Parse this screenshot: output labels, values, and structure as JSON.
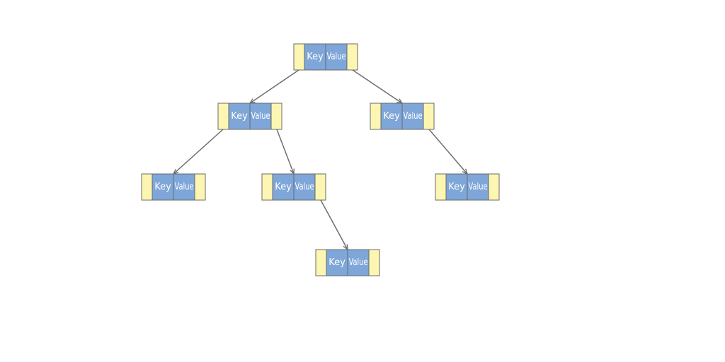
{
  "tree": {
    "nodes": [
      {
        "id": "root",
        "key": "Key",
        "value": "Value"
      },
      {
        "id": "left",
        "key": "Key",
        "value": "Value"
      },
      {
        "id": "right",
        "key": "Key",
        "value": "Value"
      },
      {
        "id": "left-left",
        "key": "Key",
        "value": "Value"
      },
      {
        "id": "left-right",
        "key": "Key",
        "value": "Value"
      },
      {
        "id": "right-right",
        "key": "Key",
        "value": "Value"
      },
      {
        "id": "left-right-right",
        "key": "Key",
        "value": "Value"
      }
    ],
    "edges": [
      {
        "from": "root",
        "to": "left",
        "side": "left"
      },
      {
        "from": "root",
        "to": "right",
        "side": "right"
      },
      {
        "from": "left",
        "to": "left-left",
        "side": "left"
      },
      {
        "from": "left",
        "to": "left-right",
        "side": "right"
      },
      {
        "from": "right",
        "to": "right-right",
        "side": "right"
      },
      {
        "from": "left-right",
        "to": "left-right-right",
        "side": "right"
      }
    ]
  },
  "colors": {
    "pointer_cell": "#fdf6b2",
    "data_cell": "#7ea6d8",
    "outline": "#6b6b6b",
    "edge": "#6e6e6e"
  }
}
